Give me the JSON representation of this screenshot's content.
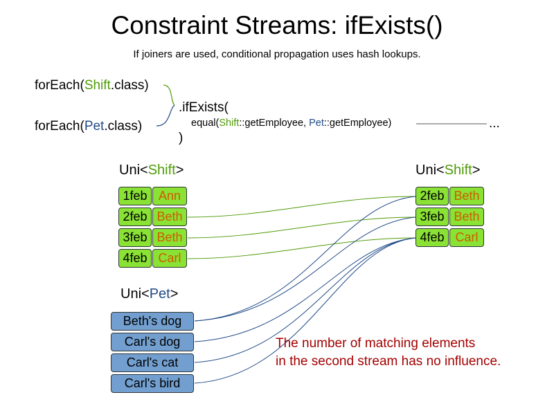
{
  "title": "Constraint Streams: ifExists()",
  "subtitle": "If joiners are used, conditional propagation uses hash lookups.",
  "code": {
    "line1": {
      "prefix": "forEach(",
      "type": "Shift",
      "suffix": ".class)"
    },
    "line2": {
      "prefix": "forEach(",
      "type": "Pet",
      "suffix": ".class)"
    },
    "if_exists": ".ifExists(",
    "joiner": {
      "prefix": "equal(",
      "left_type": "Shift",
      "left_method": "::getEmployee, ",
      "right_type": "Pet",
      "right_method": "::getEmployee)"
    },
    "ellipsis": "...",
    "close_paren": ")"
  },
  "left_stream": {
    "title_prefix": "Uni<",
    "title_type": "Shift",
    "title_suffix": ">",
    "rows": [
      {
        "date": "1feb",
        "employee": "Ann"
      },
      {
        "date": "2feb",
        "employee": "Beth"
      },
      {
        "date": "3feb",
        "employee": "Beth"
      },
      {
        "date": "4feb",
        "employee": "Carl"
      }
    ]
  },
  "right_stream": {
    "title_prefix": "Uni<",
    "title_type": "Shift",
    "title_suffix": ">",
    "rows": [
      {
        "date": "2feb",
        "employee": "Beth"
      },
      {
        "date": "3feb",
        "employee": "Beth"
      },
      {
        "date": "4feb",
        "employee": "Carl"
      }
    ]
  },
  "pet_stream": {
    "title_prefix": "Uni<",
    "title_type": "Pet",
    "title_suffix": ">",
    "items": [
      "Beth's dog",
      "Carl's dog",
      "Carl's cat",
      "Carl's bird"
    ]
  },
  "note": {
    "line1": "The number of matching elements",
    "line2": "in the second stream has no influence."
  },
  "colors": {
    "shift_type": "#4e9a06",
    "pet_type": "#204a87",
    "employee": "#ce5c00",
    "shift_fill": "#8ae234",
    "pet_fill": "#729fcf",
    "note": "#a40000"
  }
}
